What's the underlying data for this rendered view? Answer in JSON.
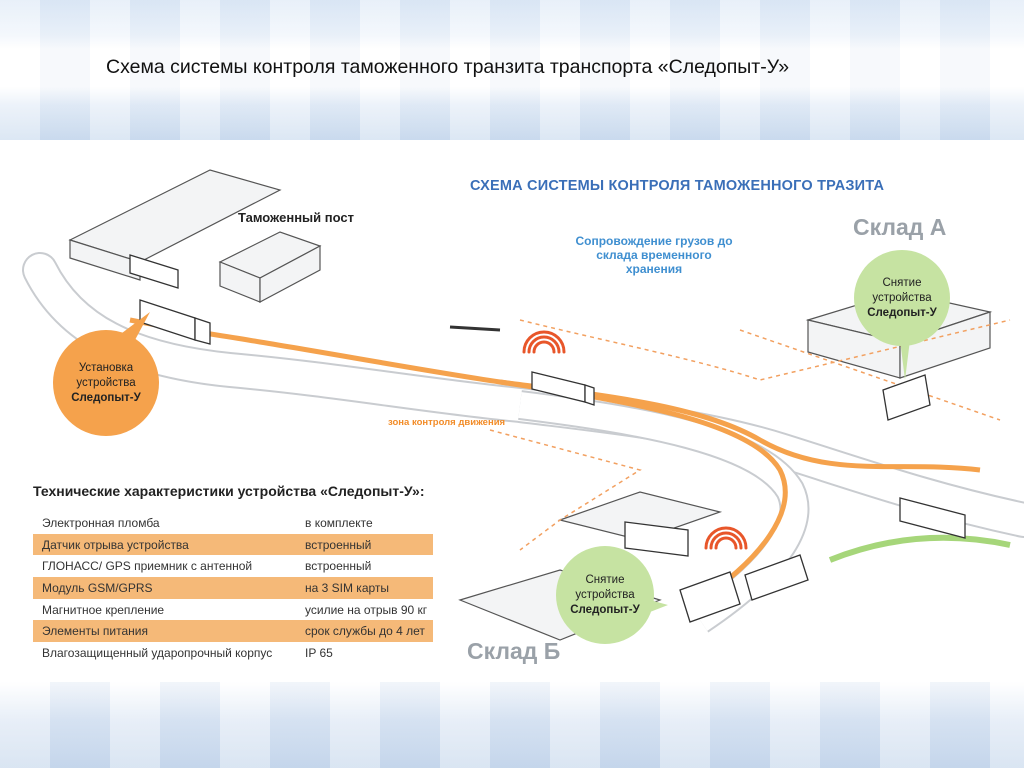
{
  "slide": {
    "title": "Схема системы контроля таможенного транзита транспорта «Следопыт-У»"
  },
  "diagram": {
    "scheme_title": "СХЕМА СИСТЕМЫ КОНТРОЛЯ ТАМОЖЕННОГО ТРАЗИТА",
    "customs_post": "Таможенный пост",
    "escort_label": "Сопровождение грузов до склада временного хранения",
    "zone_label": "зона контроля движения",
    "warehouse_a": "Склад А",
    "warehouse_b": "Склад Б",
    "install_bubble": {
      "line1": "Установка",
      "line2": "устройства",
      "device": "Следопыт-У"
    },
    "removal_bubble_a": {
      "line1": "Снятие",
      "line2": "устройства",
      "device": "Следопыт-У"
    },
    "removal_bubble_b": {
      "line1": "Снятие",
      "line2": "устройства",
      "device": "Следопыт-У"
    },
    "colors": {
      "route": "#f5a24c",
      "exit_route": "#a6d67a",
      "install": "#f5a24c",
      "removal": "#c6e3a2",
      "title_blue": "#3a6fb8"
    }
  },
  "specs": {
    "title": "Технические характеристики устройства «Следопыт-У»:",
    "rows": [
      {
        "name": "Электронная пломба",
        "value": "в комплекте"
      },
      {
        "name": "Датчик отрыва устройства",
        "value": "встроенный"
      },
      {
        "name": "ГЛОНАСС/ GPS приемник с антенной",
        "value": "встроенный"
      },
      {
        "name": "Модуль GSM/GPRS",
        "value": "на 3 SIM карты"
      },
      {
        "name": "Магнитное крепление",
        "value": "усилие на отрыв 90 кг"
      },
      {
        "name": "Элементы питания",
        "value": "срок службы до 4 лет"
      },
      {
        "name": "Влагозащищенный ударопрочный корпус",
        "value": "IP 65"
      }
    ]
  }
}
